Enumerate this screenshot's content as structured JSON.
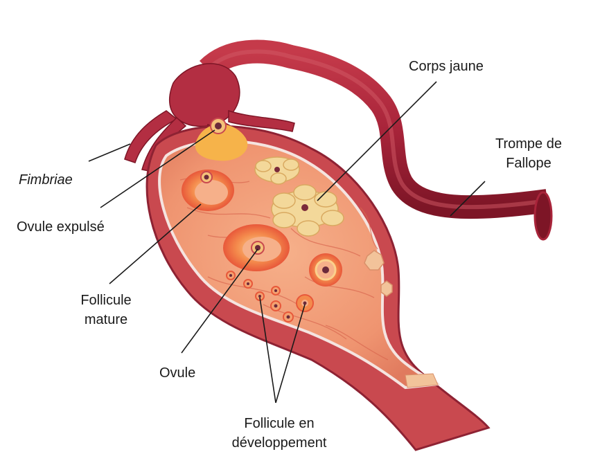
{
  "labels": {
    "corps_jaune": "Corps jaune",
    "trompe": [
      "Trompe de",
      "Fallope"
    ],
    "fimbriae": "Fimbriae",
    "ovule_expulse": "Ovule expulsé",
    "follicule_mature": [
      "Follicule",
      "mature"
    ],
    "ovule": "Ovule",
    "follicule_developpement": [
      "Follicule en",
      "développement"
    ]
  },
  "colors": {
    "tube": "#a8243a",
    "tube_dark": "#7d1526",
    "ovary_outer": "#c9494f",
    "ovary_inner": "#f2a07c",
    "follicle": "#f06a3f",
    "corpus_luteum": "#f3d89a",
    "leader": "#1a1a1a"
  }
}
